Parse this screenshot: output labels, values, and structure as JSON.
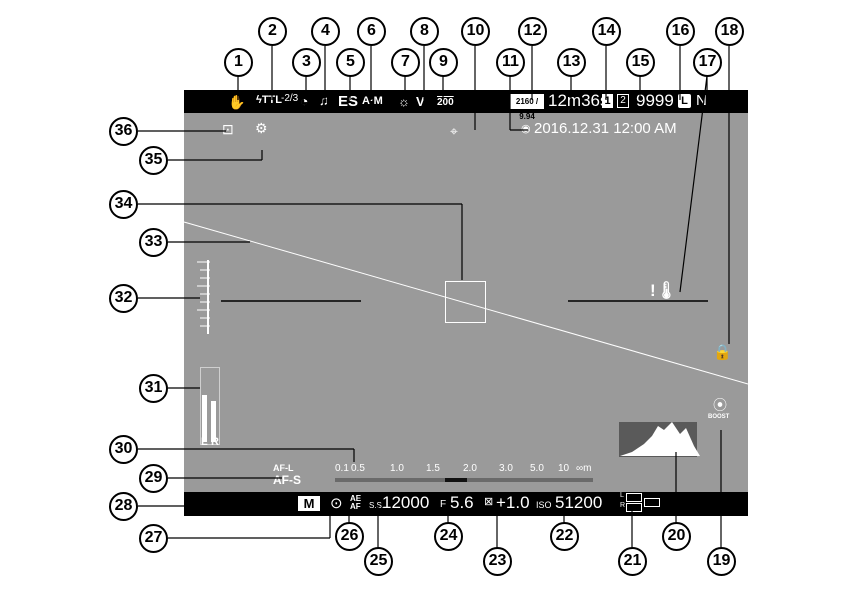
{
  "top_bar": {
    "flash_comp": "-2/3",
    "self_timer": "ES",
    "drive": "A·M",
    "iso_dr": "200",
    "movie_mode": "2160 / 9.94",
    "movie_time": "12m36s",
    "card_1": "1",
    "card_2": "2",
    "frames": "9999",
    "image_size": "L",
    "quality": "N"
  },
  "datetime": "2016.12.31 12:00 AM",
  "distance_scale": [
    "0.1",
    "0.5",
    "1.0",
    "1.5",
    "2.0",
    "3.0",
    "5.0",
    "10",
    "∞m"
  ],
  "focus_mode": "AF-S",
  "focus_lock_label": "AF-L",
  "mic_labels": {
    "left": "L",
    "right": "R"
  },
  "bottom_bar": {
    "exposure_mode": "M",
    "shutter_prefix": "S.S.",
    "shutter": "12000",
    "aperture_prefix": "F",
    "aperture": "5.6",
    "exp_comp": "+1.0",
    "iso_prefix": "ISO",
    "iso": "51200",
    "battery_l": "L",
    "battery_r": "R"
  },
  "boost_label": "BOOST",
  "callouts": [
    "1",
    "2",
    "3",
    "4",
    "5",
    "6",
    "7",
    "8",
    "9",
    "10",
    "11",
    "12",
    "13",
    "14",
    "15",
    "16",
    "17",
    "18",
    "19",
    "20",
    "21",
    "22",
    "23",
    "24",
    "25",
    "26",
    "27",
    "28",
    "29",
    "30",
    "31",
    "32",
    "33",
    "34",
    "35",
    "36"
  ],
  "colors": {
    "screen": "#9a9a9a",
    "bar": "#000000",
    "overlay": "#ffffff"
  }
}
